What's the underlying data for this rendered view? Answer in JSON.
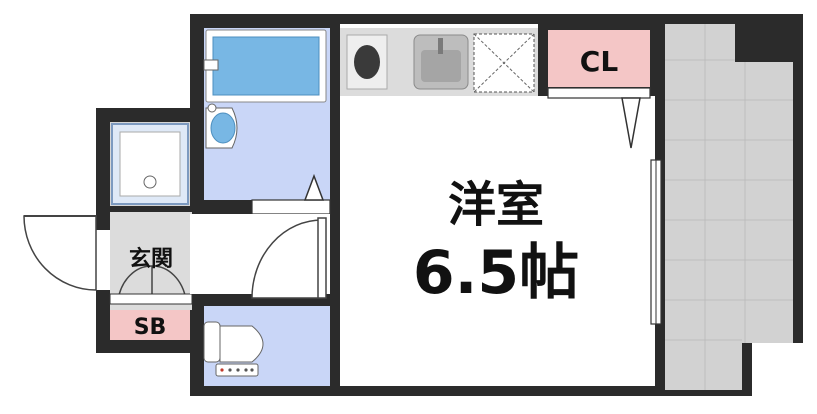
{
  "rooms": {
    "western_room": {
      "name": "洋室",
      "size": "6.5帖"
    },
    "entrance": "玄関",
    "closet": "CL",
    "shoe_box": "SB"
  },
  "colors": {
    "wall": "#2b2b2b",
    "wet_area": "#c9d6f7",
    "room_floor": "#ffffff",
    "balcony": "#d2d2d2",
    "storage_label_bg": "#f4c6c6",
    "kitchen_counter": "#dcdcdc",
    "fixture_blue": "#78b7e4"
  }
}
